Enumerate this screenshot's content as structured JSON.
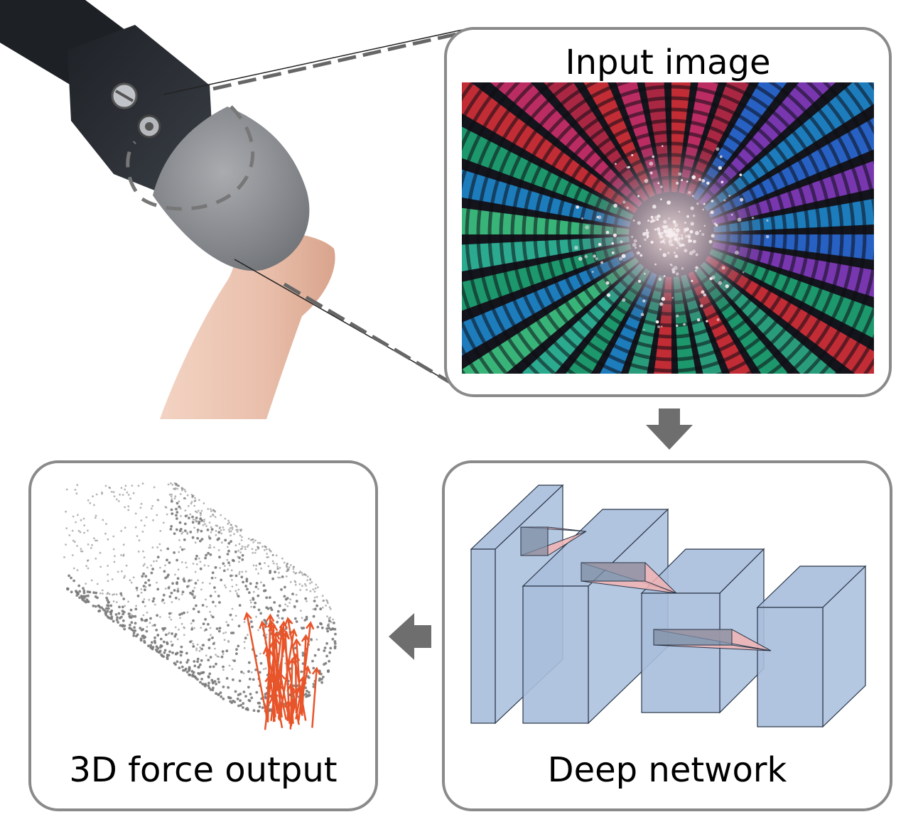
{
  "panels": {
    "input": {
      "title": "Input image"
    },
    "network": {
      "title": "Deep network"
    },
    "force": {
      "title": "3D force output"
    }
  },
  "colors": {
    "panel_border": "#8a8a8a",
    "arrow": "#6e6e6e",
    "layer_fill": "#a8bedc",
    "layer_edge": "#2a3648",
    "kernel_cone": "#f2b3b3",
    "force_arrow": "#e8552a",
    "point_cloud": "#7a7a7a"
  },
  "icons": {
    "flow_down": "arrow-down-icon",
    "flow_left": "arrow-left-icon"
  }
}
